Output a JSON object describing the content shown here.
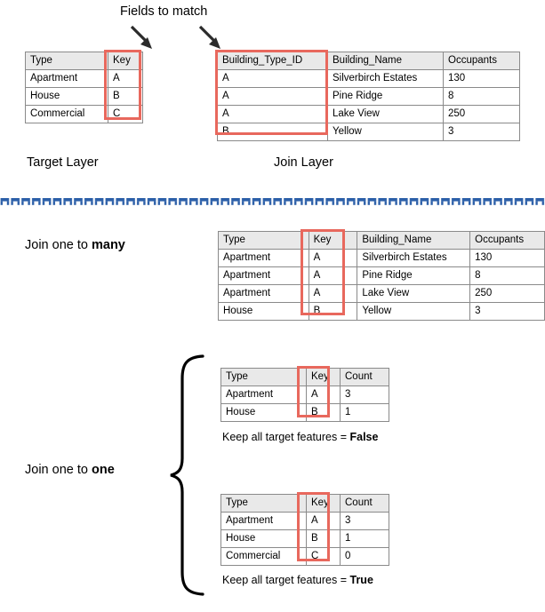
{
  "title_note": "Fields to match",
  "labels": {
    "target_layer": "Target Layer",
    "join_layer": "Join Layer",
    "join_one_to_many_pre": "Join one to ",
    "join_one_to_many_bold": "many",
    "join_one_to_one_pre": "Join one to ",
    "join_one_to_one_bold": "one",
    "keep_false_pre": "Keep all target features = ",
    "keep_false_bold": "False",
    "keep_true_pre": "Keep all target features = ",
    "keep_true_bold": "True"
  },
  "colors": {
    "highlight": "#e8685d",
    "header_fill": "#e9e9e9",
    "grid_line": "#8a8a8a",
    "divider_blue": "#2c5fa8",
    "arrow_dark": "#2b2b2b"
  },
  "target_table": {
    "headers": [
      "Type",
      "Key"
    ],
    "rows": [
      [
        "Apartment",
        "A"
      ],
      [
        "House",
        "B"
      ],
      [
        "Commercial",
        "C"
      ]
    ]
  },
  "join_table": {
    "headers": [
      "Building_Type_ID",
      "Building_Name",
      "Occupants"
    ],
    "rows": [
      [
        "A",
        "Silverbirch Estates",
        "130"
      ],
      [
        "A",
        "Pine Ridge",
        "8"
      ],
      [
        "A",
        "Lake View",
        "250"
      ],
      [
        "B",
        "Yellow",
        "3"
      ]
    ]
  },
  "one_to_many_table": {
    "headers": [
      "Type",
      "Key",
      "Building_Name",
      "Occupants"
    ],
    "rows": [
      [
        "Apartment",
        "A",
        "Silverbirch Estates",
        "130"
      ],
      [
        "Apartment",
        "A",
        "Pine Ridge",
        "8"
      ],
      [
        "Apartment",
        "A",
        "Lake View",
        "250"
      ],
      [
        "House",
        "B",
        "Yellow",
        "3"
      ]
    ]
  },
  "one_to_one_false_table": {
    "headers": [
      "Type",
      "Key",
      "Count"
    ],
    "rows": [
      [
        "Apartment",
        "A",
        "3"
      ],
      [
        "House",
        "B",
        "1"
      ]
    ]
  },
  "one_to_one_true_table": {
    "headers": [
      "Type",
      "Key",
      "Count"
    ],
    "rows": [
      [
        "Apartment",
        "A",
        "3"
      ],
      [
        "House",
        "B",
        "1"
      ],
      [
        "Commercial",
        "C",
        "0"
      ]
    ]
  }
}
